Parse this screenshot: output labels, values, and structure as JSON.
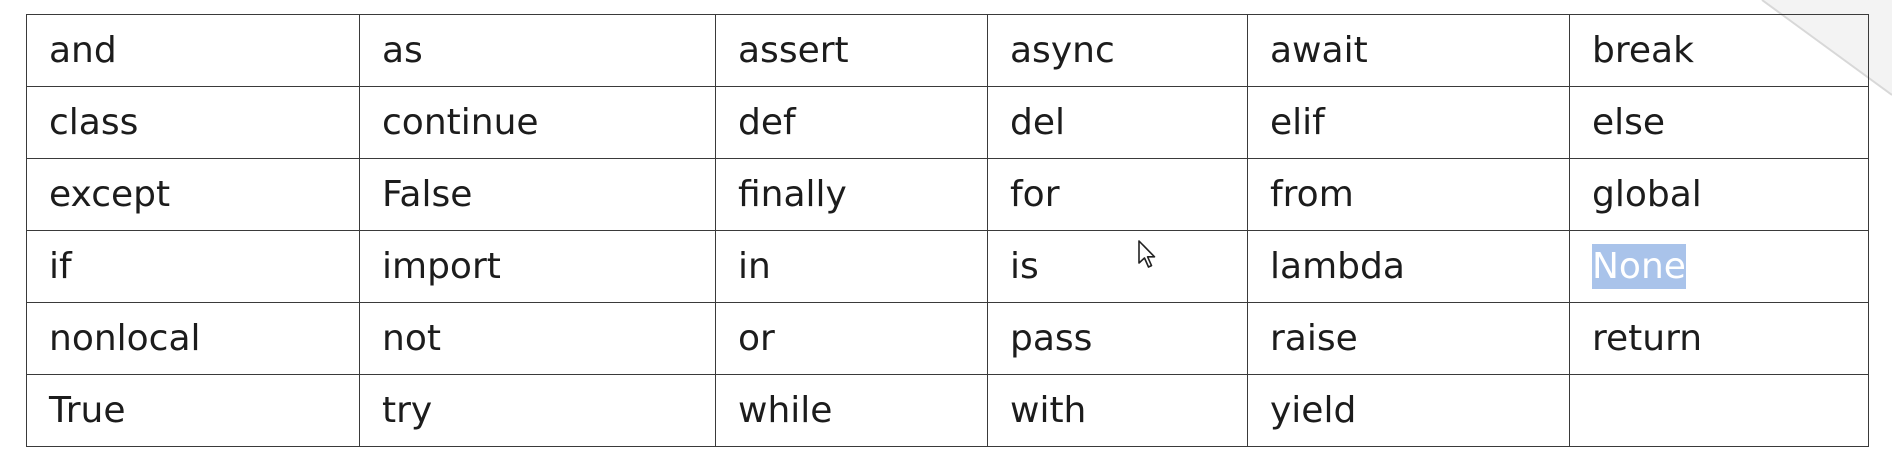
{
  "keywords_table": {
    "rows": [
      [
        "and",
        "as",
        "assert",
        "async",
        "await",
        "break"
      ],
      [
        "class",
        "continue",
        "def",
        "del",
        "elif",
        "else"
      ],
      [
        "except",
        "False",
        "finally",
        "for",
        "from",
        "global"
      ],
      [
        "if",
        "import",
        "in",
        "is",
        "lambda",
        "None"
      ],
      [
        "nonlocal",
        "not",
        "or",
        "pass",
        "raise",
        "return"
      ],
      [
        "True",
        "try",
        "while",
        "with",
        "yield",
        ""
      ]
    ],
    "selected_word": "None"
  },
  "colors": {
    "border": "#3a3a3a",
    "text": "#1c1c1c",
    "selection_background": "#a9c3ea",
    "selection_text": "#ffffff"
  },
  "icons": {
    "pointer": "mouse-cursor-icon"
  }
}
